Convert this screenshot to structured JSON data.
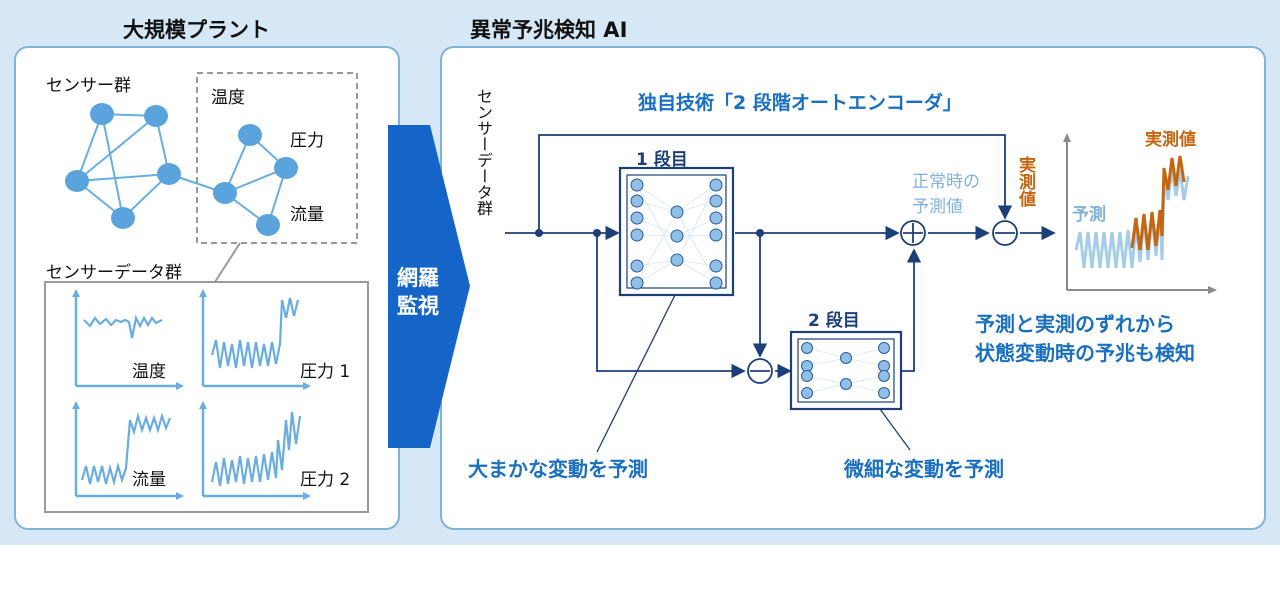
{
  "left_panel": {
    "title": "大規模プラント",
    "sensor_group": "センサー群",
    "temp": "温度",
    "pressure": "圧力",
    "flow": "流量",
    "sensor_data_group": "センサーデータ群",
    "plots": [
      {
        "label": "温度"
      },
      {
        "label": "圧力 1"
      },
      {
        "label": "流量"
      },
      {
        "label": "圧力 2"
      }
    ]
  },
  "arrow": {
    "line1": "網羅",
    "line2": "監視"
  },
  "right_panel": {
    "title": "異常予兆検知 AI",
    "input_label": "センサーデータ群",
    "technique": "独自技術「2 段階オートエンコーダ」",
    "stage1": "1 段目",
    "stage2": "2 段目",
    "normal_pred_l1": "正常時の",
    "normal_pred_l2": "予測値",
    "actual": "実測値",
    "legend_pred": "予測",
    "legend_actual": "実測値",
    "coarse": "大まかな変動を予測",
    "fine": "微細な変動を予測",
    "conclusion_l1": "予測と実測のずれから",
    "conclusion_l2": "状態変動時の予兆も検知"
  },
  "colors": {
    "background": "#d6e8f5",
    "node": "#5ba3dc",
    "light_line": "#6aaee0",
    "dark_navy": "#1c3f7a",
    "arrow_blue": "#1565c8",
    "text_blue": "#1a6fc0",
    "actual_orange": "#c5650e",
    "pred_light": "#a6cde8"
  }
}
